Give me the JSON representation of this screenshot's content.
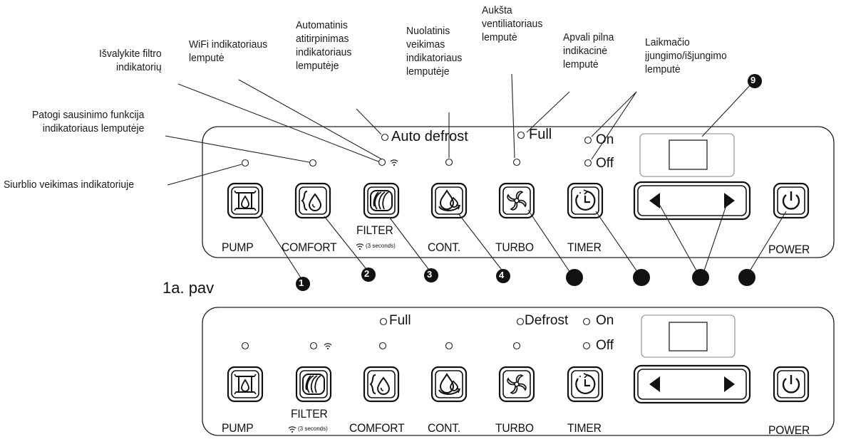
{
  "annotations": {
    "pump": "Siurblio veikimas indikatoriuje",
    "comfort": "Patogi sausinimo funkcija\nindikatoriaus lemputėje",
    "filter": "Išvalykite filtro\nindikatorių",
    "wifi": "WiFi indikatoriaus\nlemputė",
    "auto_defrost": "Automatinis\natitirpinimas\nindikatoriaus\nlemputėje",
    "cont": "Nuolatinis\nveikimas\nindikatoriaus\nlemputėje",
    "turbo": "Aukšta\nventiliatoriaus\nlemputė",
    "full": "Apvali pilna\nindikacinė\nlemputė",
    "timer": "Laikmačio\nįjungimo/išjungimo\nlemputė"
  },
  "figure_caption": "1a. pav",
  "panel_top": {
    "indicators": {
      "auto_defrost": "Auto defrost",
      "full": "Full",
      "on": "On",
      "off": "Off"
    },
    "buttons": [
      "PUMP",
      "COMFORT",
      "FILTER",
      "CONT.",
      "TURBO",
      "TIMER",
      "POWER"
    ],
    "filter_sub": "(3 seconds)",
    "callouts": [
      "1",
      "2",
      "3",
      "4",
      "",
      "",
      "",
      ""
    ],
    "callout_9": "9"
  },
  "panel_bottom": {
    "indicators": {
      "full": "Full",
      "defrost": "Defrost",
      "on": "On",
      "off": "Off"
    },
    "buttons": [
      "PUMP",
      "FILTER",
      "COMFORT",
      "CONT.",
      "TURBO",
      "TIMER",
      "POWER"
    ],
    "filter_sub": "(3 seconds)"
  },
  "icons": [
    "pump-icon",
    "comfort-icon",
    "filter-icon",
    "cont-icon",
    "turbo-fan-icon",
    "timer-icon",
    "arrow-left-icon",
    "arrow-right-icon",
    "power-icon",
    "wifi-icon"
  ]
}
